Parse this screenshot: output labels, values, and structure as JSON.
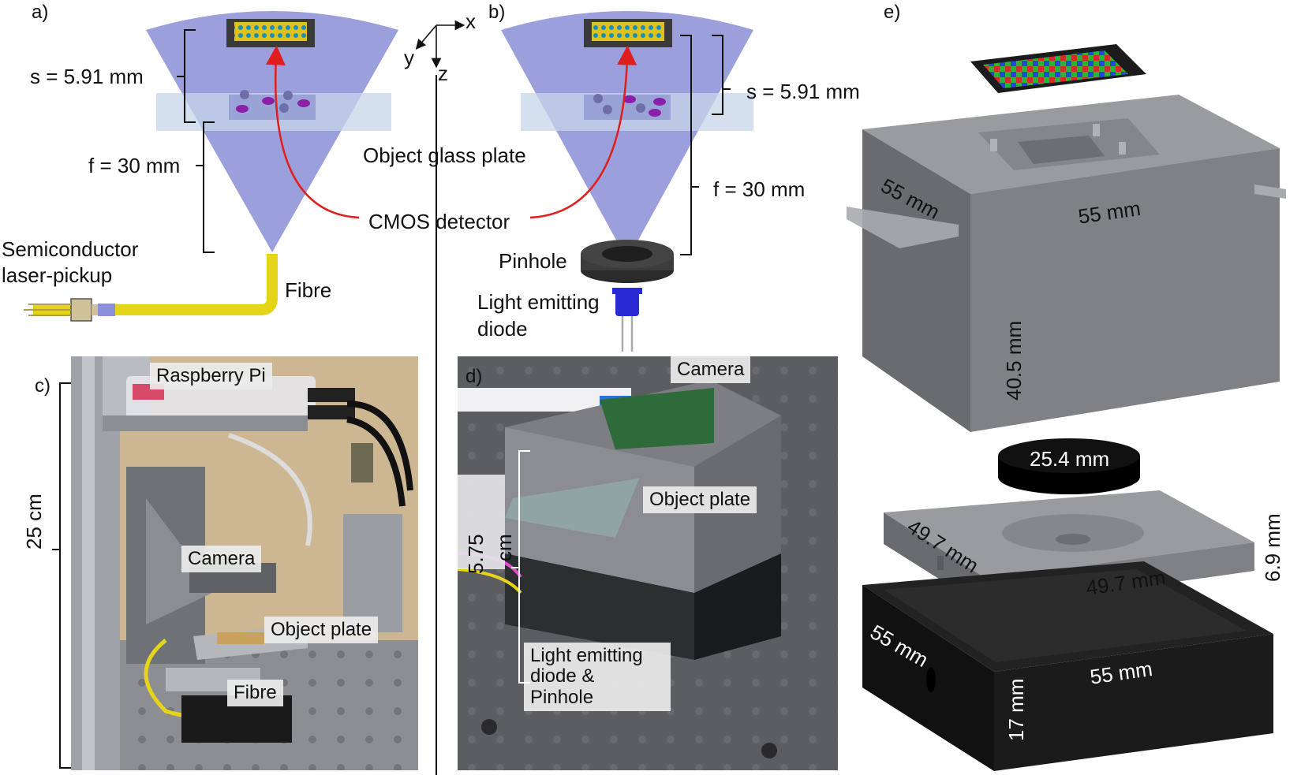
{
  "panels": {
    "a": {
      "letter": "a)",
      "s_label": "s = 5.91 mm",
      "f_label": "f = 30 mm",
      "laser_label_line1": "Semiconductor",
      "laser_label_line2": "laser-pickup",
      "fibre_label": "Fibre"
    },
    "axes": {
      "x": "x",
      "y": "y",
      "z": "z"
    },
    "shared": {
      "object_glass_label": "Object glass plate",
      "cmos_label": "CMOS detector"
    },
    "b": {
      "letter": "b)",
      "s_label": "s = 5.91 mm",
      "f_label": "f = 30 mm",
      "pinhole_label": "Pinhole",
      "led_label_line1": "Light emitting",
      "led_label_line2": "diode"
    },
    "c": {
      "letter": "c)",
      "height_label": "25 cm",
      "raspberry_label": "Raspberry Pi",
      "camera_label": "Camera",
      "object_plate_label": "Object plate",
      "fibre_label": "Fibre"
    },
    "d": {
      "letter": "d)",
      "camera_label": "Camera",
      "height_label_line1": "5.75",
      "height_label_line2": "cm",
      "object_plate_label": "Object plate",
      "led_label_line1": "Light emitting",
      "led_label_line2": "diode &",
      "led_label_line3": "Pinhole"
    },
    "e": {
      "letter": "e)",
      "top_width_left": "55 mm",
      "top_width_front": "55 mm",
      "top_height": "40.5 mm",
      "lens_diameter": "25.4 mm",
      "plate_left": "49.7 mm",
      "plate_front": "49.7 mm",
      "plate_height": "6.9 mm",
      "base_left": "55 mm",
      "base_front": "55 mm",
      "base_height": "17 mm"
    }
  },
  "colors": {
    "cone": "#8a8fd6",
    "glass": "#c7d6ea",
    "fibre": "#e6d419",
    "ray": "#e01e1e",
    "housing": "#77787c",
    "housing_dark": "#5e5f63",
    "base": "#1c1c1c",
    "led": "#2b2bd6"
  }
}
